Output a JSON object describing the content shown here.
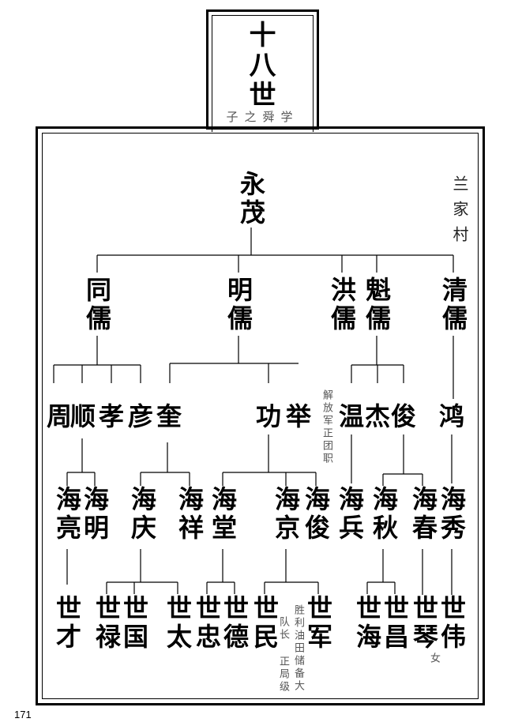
{
  "title": {
    "chars": [
      "十",
      "八",
      "世"
    ],
    "subtitle": "子之舜学"
  },
  "village": "兰家村",
  "root": "永茂",
  "gen2": [
    "同儒",
    "明儒",
    "洪儒",
    "魁儒",
    "清儒"
  ],
  "gen3": [
    "周",
    "顺",
    "孝",
    "彦",
    "奎",
    "功",
    "举",
    "温",
    "杰",
    "俊",
    "鸿"
  ],
  "gen4": [
    "海亮",
    "海明",
    "海庆",
    "海祥",
    "海堂",
    "海京",
    "海俊",
    "海兵",
    "海秋",
    "海春",
    "海秀"
  ],
  "gen5": [
    "世才",
    "世禄",
    "世国",
    "世太",
    "世忠",
    "世德",
    "世民",
    "世军",
    "世海",
    "世昌",
    "世琴",
    "世伟"
  ],
  "notes": {
    "wen": "解放军正团职",
    "shimin_col1": "胜利油田储备大",
    "shimin_col2": "队长 正局级",
    "shiqin": "女"
  },
  "page_number": "171"
}
